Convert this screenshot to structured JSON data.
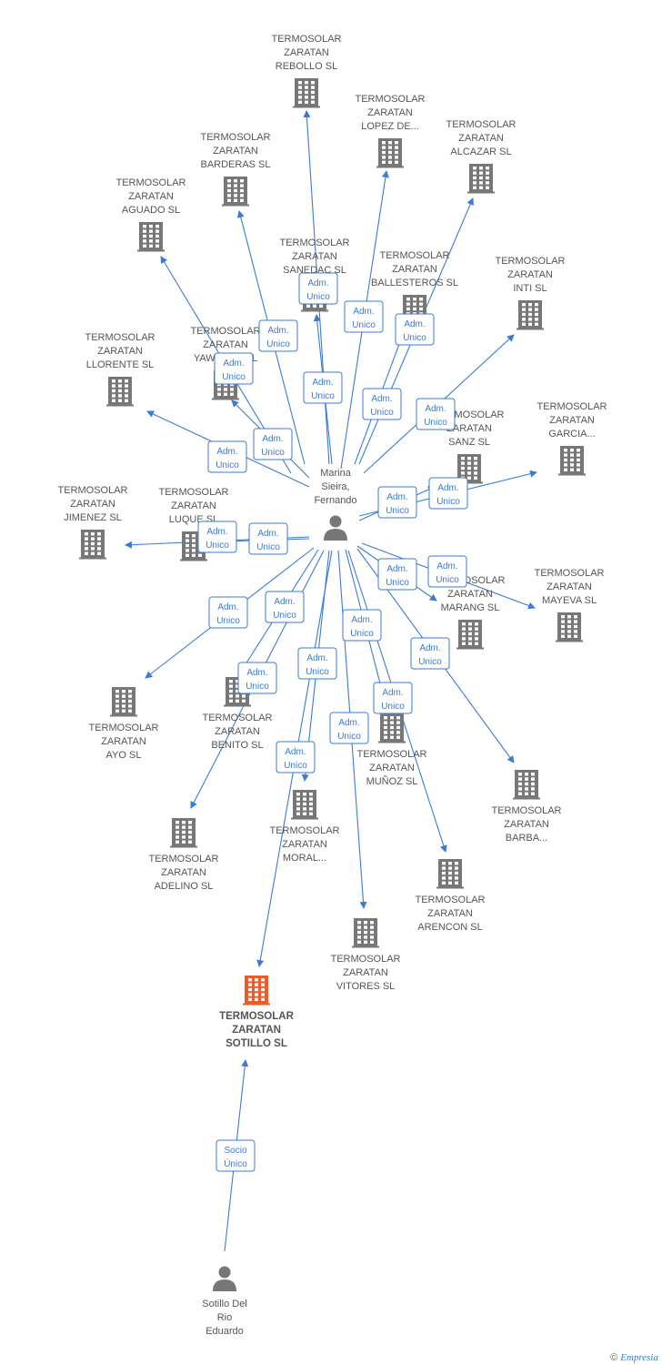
{
  "colors": {
    "edge": "#3a7bd5",
    "node": "#777777",
    "highlight": "#f05a28"
  },
  "persons": [
    {
      "id": "marina",
      "label": [
        "Marina",
        "Sieira,",
        "Fernando"
      ]
    },
    {
      "id": "sotillo",
      "label": [
        "Sotillo Del",
        "Rio",
        "Eduardo"
      ]
    }
  ],
  "companies": [
    {
      "id": "rebollo",
      "label": [
        "TERMOSOLAR",
        "ZARATAN",
        "REBOLLO SL"
      ]
    },
    {
      "id": "lopez",
      "label": [
        "TERMOSOLAR",
        "ZARATAN",
        "LOPEZ DE..."
      ]
    },
    {
      "id": "alcazar",
      "label": [
        "TERMOSOLAR",
        "ZARATAN",
        "ALCAZAR SL"
      ]
    },
    {
      "id": "barderas",
      "label": [
        "TERMOSOLAR",
        "ZARATAN",
        "BARDERAS SL"
      ]
    },
    {
      "id": "aguado",
      "label": [
        "TERMOSOLAR",
        "ZARATAN",
        "AGUADO SL"
      ]
    },
    {
      "id": "sanedac",
      "label": [
        "TERMOSOLAR",
        "ZARATAN",
        "SANEDAC SL"
      ]
    },
    {
      "id": "ballesteros",
      "label": [
        "TERMOSOLAR",
        "ZARATAN",
        "BALLESTEROS SL"
      ]
    },
    {
      "id": "inti",
      "label": [
        "TERMOSOLAR",
        "ZARATAN",
        "INTI SL"
      ]
    },
    {
      "id": "yawesoz",
      "label": [
        "TERMOSOLAR",
        "ZARATAN",
        "YAWESOZ SL"
      ]
    },
    {
      "id": "llorente",
      "label": [
        "TERMOSOLAR",
        "ZARATAN",
        "LLORENTE SL"
      ]
    },
    {
      "id": "garcia",
      "label": [
        "TERMOSOLAR",
        "ZARATAN",
        "GARCIA..."
      ]
    },
    {
      "id": "sanz",
      "label": [
        "TERMOSOLAR",
        "ZARATAN",
        "SANZ SL"
      ]
    },
    {
      "id": "jimenez",
      "label": [
        "TERMOSOLAR",
        "ZARATAN",
        "JIMENEZ SL"
      ]
    },
    {
      "id": "luque",
      "label": [
        "TERMOSOLAR",
        "ZARATAN",
        "LUQUE SL"
      ]
    },
    {
      "id": "marang",
      "label": [
        "TERMOSOLAR",
        "ZARATAN",
        "MARANG SL"
      ]
    },
    {
      "id": "mayeva",
      "label": [
        "TERMOSOLAR",
        "ZARATAN",
        "MAYEVA SL"
      ]
    },
    {
      "id": "ayo",
      "label": [
        "TERMOSOLAR",
        "ZARATAN",
        "AYO SL"
      ]
    },
    {
      "id": "benito",
      "label": [
        "TERMOSOLAR",
        "ZARATAN",
        "BENITO SL"
      ]
    },
    {
      "id": "munoz",
      "label": [
        "TERMOSOLAR",
        "ZARATAN",
        "MUÑOZ SL"
      ]
    },
    {
      "id": "barba",
      "label": [
        "TERMOSOLAR",
        "ZARATAN",
        "BARBA..."
      ]
    },
    {
      "id": "adelino",
      "label": [
        "TERMOSOLAR",
        "ZARATAN",
        "ADELINO SL"
      ]
    },
    {
      "id": "moral",
      "label": [
        "TERMOSOLAR",
        "ZARATAN",
        "MORAL..."
      ]
    },
    {
      "id": "arencon",
      "label": [
        "TERMOSOLAR",
        "ZARATAN",
        "ARENCON SL"
      ]
    },
    {
      "id": "vitores",
      "label": [
        "TERMOSOLAR",
        "ZARATAN",
        "VITORES SL"
      ]
    },
    {
      "id": "sotillo_sl",
      "label": [
        "TERMOSOLAR",
        "ZARATAN",
        "SOTILLO SL"
      ],
      "highlight": true
    }
  ],
  "relations": [
    {
      "from": "marina",
      "to": "rebollo",
      "label": [
        "Adm.",
        "Unico"
      ]
    },
    {
      "from": "marina",
      "to": "lopez",
      "label": [
        "Adm.",
        "Unico"
      ]
    },
    {
      "from": "marina",
      "to": "alcazar",
      "label": [
        "Adm.",
        "Unico"
      ]
    },
    {
      "from": "marina",
      "to": "barderas",
      "label": [
        "Adm.",
        "Unico"
      ]
    },
    {
      "from": "marina",
      "to": "aguado",
      "label": [
        "Adm.",
        "Unico"
      ]
    },
    {
      "from": "marina",
      "to": "sanedac",
      "label": [
        "Adm.",
        "Unico"
      ]
    },
    {
      "from": "marina",
      "to": "ballesteros",
      "label": [
        "Adm.",
        "Unico"
      ]
    },
    {
      "from": "marina",
      "to": "inti",
      "label": [
        "Adm.",
        "Unico"
      ]
    },
    {
      "from": "marina",
      "to": "yawesoz",
      "label": [
        "Adm.",
        "Unico"
      ]
    },
    {
      "from": "marina",
      "to": "llorente",
      "label": [
        "Adm.",
        "Unico"
      ]
    },
    {
      "from": "marina",
      "to": "garcia",
      "label": [
        "Adm.",
        "Unico"
      ]
    },
    {
      "from": "marina",
      "to": "sanz",
      "label": [
        "Adm.",
        "Unico"
      ]
    },
    {
      "from": "marina",
      "to": "jimenez",
      "label": [
        "Adm.",
        "Unico"
      ]
    },
    {
      "from": "marina",
      "to": "luque",
      "label": [
        "Adm.",
        "Unico"
      ]
    },
    {
      "from": "marina",
      "to": "marang",
      "label": [
        "Adm.",
        "Unico"
      ]
    },
    {
      "from": "marina",
      "to": "mayeva",
      "label": [
        "Adm.",
        "Unico"
      ]
    },
    {
      "from": "marina",
      "to": "ayo",
      "label": [
        "Adm.",
        "Unico"
      ]
    },
    {
      "from": "marina",
      "to": "benito",
      "label": [
        "Adm.",
        "Unico"
      ]
    },
    {
      "from": "marina",
      "to": "munoz",
      "label": [
        "Adm.",
        "Unico"
      ]
    },
    {
      "from": "marina",
      "to": "barba",
      "label": [
        "Adm.",
        "Unico"
      ]
    },
    {
      "from": "marina",
      "to": "adelino",
      "label": [
        "Adm.",
        "Unico"
      ]
    },
    {
      "from": "marina",
      "to": "moral",
      "label": [
        "Adm.",
        "Unico"
      ]
    },
    {
      "from": "marina",
      "to": "arencon",
      "label": [
        "Adm.",
        "Unico"
      ]
    },
    {
      "from": "marina",
      "to": "vitores",
      "label": [
        "Adm.",
        "Unico"
      ]
    },
    {
      "from": "marina",
      "to": "sotillo_sl",
      "label": [
        "Adm.",
        "Unico"
      ]
    },
    {
      "from": "sotillo",
      "to": "sotillo_sl",
      "label": [
        "Socio",
        "Único"
      ]
    }
  ],
  "footer": {
    "copyright": "©",
    "brand": "Empresia"
  }
}
